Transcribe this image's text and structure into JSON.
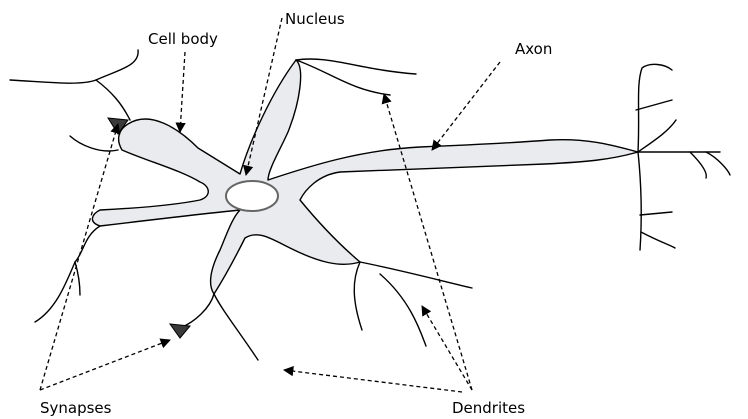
{
  "labels": {
    "cell_body": "Cell body",
    "nucleus": "Nucleus",
    "axon": "Axon",
    "synapses": "Synapses",
    "dendrites": "Dendrites"
  },
  "colors": {
    "cell_fill": "#e9ebee",
    "outline": "#000000",
    "nucleus_outline": "#666666",
    "synapse": "#3a3a3a"
  }
}
